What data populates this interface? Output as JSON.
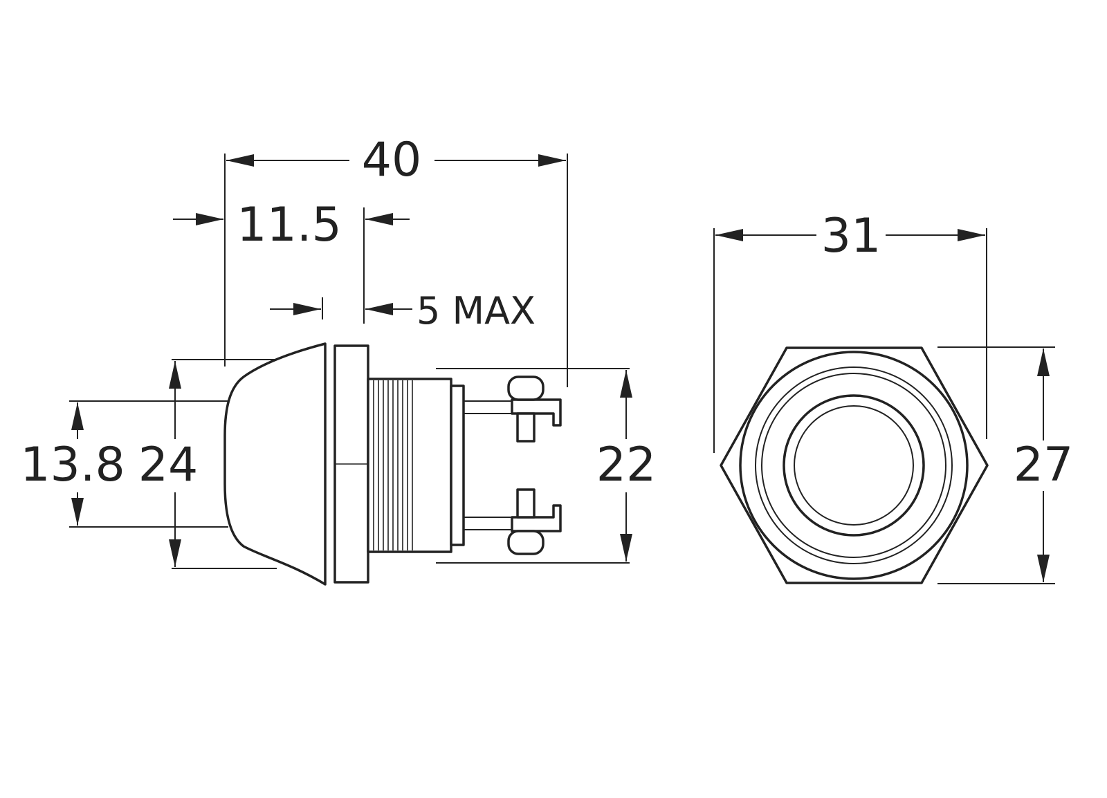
{
  "dimensions": {
    "overall_length": "40",
    "bezel_offset": "11.5",
    "panel_thickness": "5 MAX",
    "button_diameter": "13.8",
    "cap_diameter": "24",
    "thread_diameter": "22",
    "hex_across_corners": "31",
    "hex_across_flats": "27"
  },
  "colors": {
    "line": "#222222",
    "background": "#ffffff"
  }
}
